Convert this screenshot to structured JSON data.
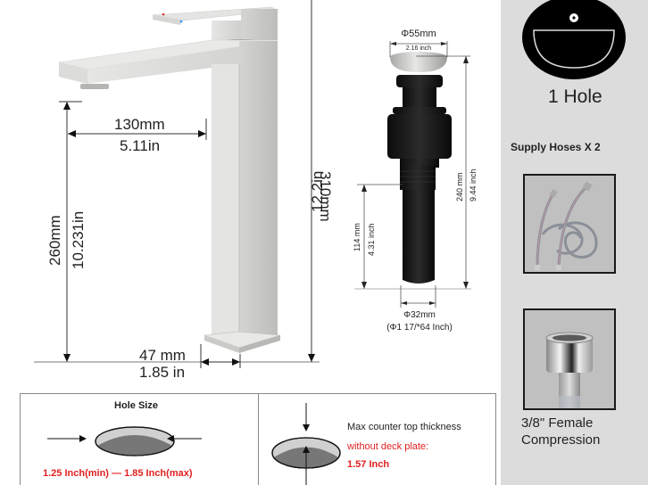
{
  "faucet": {
    "spout_reach": {
      "mm": "130mm",
      "in": "5.11in"
    },
    "spout_height": {
      "mm": "260mm",
      "in": "10.231in"
    },
    "total_height": {
      "mm": "310mm",
      "in": "12.2in"
    },
    "base_width": {
      "mm": "47 mm",
      "in": "1.85 in"
    }
  },
  "drain": {
    "cap_diameter": {
      "mm": "Φ55mm",
      "in": "2.16 inch"
    },
    "total_length": {
      "mm": "240 mm",
      "in": "9.44 inch"
    },
    "tail_length": {
      "mm": "114 mm",
      "in": "4.31 inch"
    },
    "pipe_diameter": {
      "mm": "Φ32mm",
      "in": "(Φ1 17/*64 Inch)"
    }
  },
  "hole_size": {
    "title": "Hole Size",
    "range": "1.25 Inch(min) — 1.85 Inch(max)"
  },
  "counter_top": {
    "line1": "Max counter top thickness",
    "line2": "without deck plate:",
    "value": "1.57 Inch"
  },
  "sidebar": {
    "hole_label": "1 Hole",
    "hoses_label": "Supply Hoses X 2",
    "connector_label_line1": "3/8\" Female",
    "connector_label_line2": "Compression"
  },
  "colors": {
    "accent_red": "#e02020",
    "sidebar_bg": "#dcdcdc",
    "photo_bg": "#c0c0c0",
    "brushed_nickel": "#d8d8d6"
  }
}
